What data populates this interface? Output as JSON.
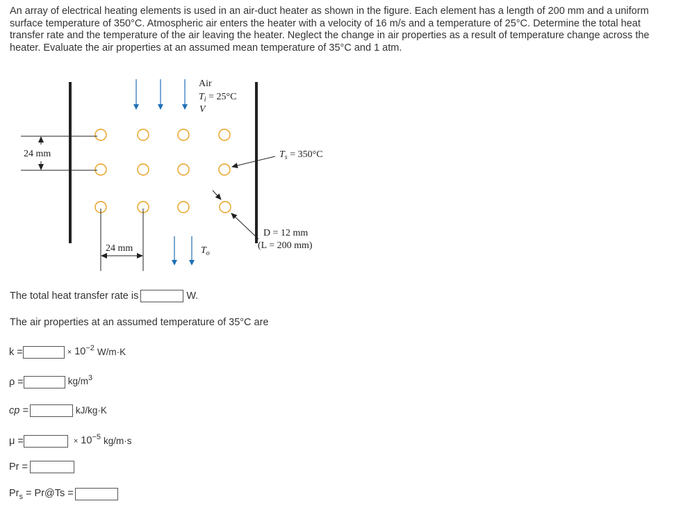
{
  "problem": {
    "text": "An array of electrical heating elements is used in an air-duct heater as shown in the figure. Each element has a length of 200 mm and a uniform surface temperature of 350°C. Atmospheric air enters the heater with a velocity of 16 m/s and a temperature of 25°C. Determine the total heat transfer rate and the temperature of the air leaving the heater. Neglect the change in air properties as a result of temperature change across the heater. Evaluate the air properties at an assumed mean temperature of 35°C and 1 atm."
  },
  "figure": {
    "air_label": "Air",
    "ti_symbol": "T",
    "ti_sub": "i",
    "ti_value": " = 25°C",
    "v_label": "V",
    "ts_symbol": "T",
    "ts_sub": "s",
    "ts_value": " = 350°C",
    "d_label": "D = 12 mm",
    "l_label": "(L = 200 mm)",
    "to_symbol": "T",
    "to_sub": "o",
    "spacing_vertical": "24 mm",
    "spacing_horizontal": "24 mm",
    "element_columns": 4,
    "element_rows": 3
  },
  "questions": {
    "heat_rate_prefix": "The total heat transfer rate is",
    "heat_rate_unit": "W.",
    "heat_rate_value": "",
    "props_intro": "The air properties at an assumed temperature of 35°C are",
    "k": {
      "label": "k =",
      "value": "",
      "times": "×",
      "base": "10",
      "exp": "−2",
      "unit": "W/m·K"
    },
    "rho": {
      "label": "ρ =",
      "value": "",
      "unit": "kg/m",
      "unit_exp": "3"
    },
    "cp": {
      "label": "cp =",
      "value": "",
      "unit": "kJ/kg·K"
    },
    "mu": {
      "label": "μ =",
      "value": "",
      "times": "×",
      "base": "10",
      "exp": "−5",
      "unit": "kg/m·s"
    },
    "pr": {
      "label": "Pr =",
      "value": ""
    },
    "prs": {
      "label_main": "Pr",
      "label_sub": "s",
      "label_rest": " = Pr@Ts =",
      "value": ""
    }
  },
  "colors": {
    "text": "#333333",
    "arrow_blue": "#1f6fb5",
    "element_stroke": "#e8a020",
    "box_border": "#555555"
  }
}
